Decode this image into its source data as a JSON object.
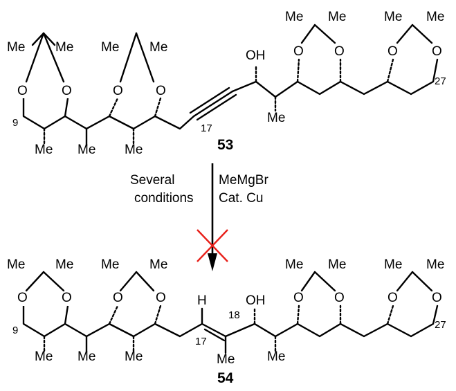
{
  "compound_53": {
    "label": "53",
    "ring_substituent": "Me",
    "oxygen": "O",
    "carbon_9": "9",
    "carbon_17": "17",
    "carbon_27": "27",
    "hydroxyl": "OH",
    "methyl": "Me"
  },
  "compound_54": {
    "label": "54",
    "ring_substituent": "Me",
    "oxygen": "O",
    "carbon_9": "9",
    "carbon_17": "17",
    "carbon_18": "18",
    "carbon_27": "27",
    "hydroxyl": "OH",
    "hydrogen": "H",
    "methyl": "Me"
  },
  "reaction": {
    "reagent_line1": "MeMgBr",
    "reagent_line2": "Cat. Cu",
    "condition_line1": "Several",
    "condition_line2": "conditions",
    "outcome": "failed",
    "cross_color": "#e8201a"
  }
}
